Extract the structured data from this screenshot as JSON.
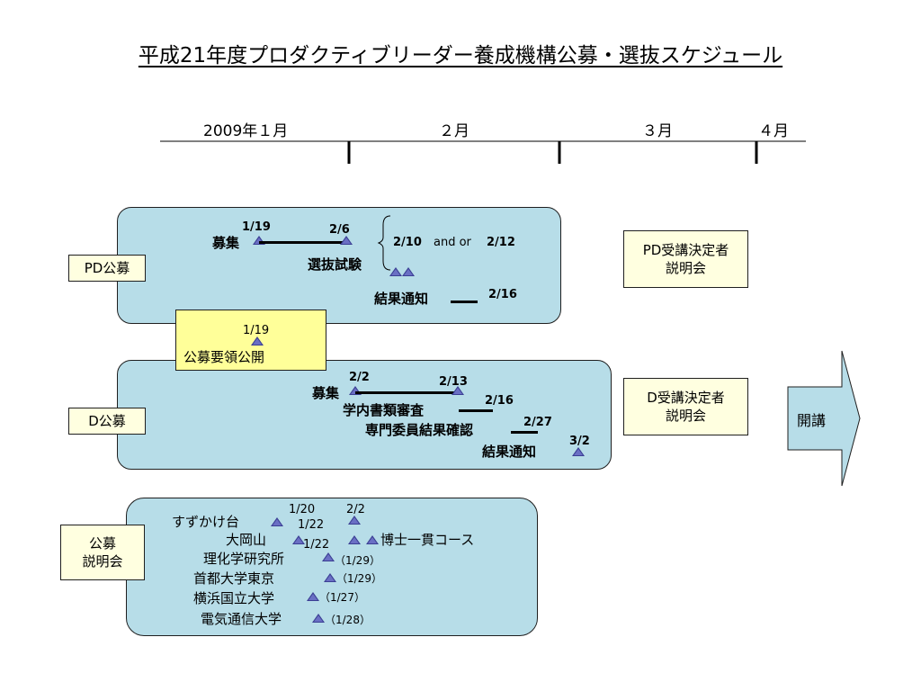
{
  "title": "平成21年度プロダクティブリーダー養成機構公募・選抜スケジュール",
  "timeline": {
    "months": [
      "2009年１月",
      "２月",
      "３月",
      "４月"
    ]
  },
  "pd": {
    "label": "PD公募",
    "recruit_label": "募集",
    "recruit_start": "1/19",
    "recruit_end": "2/6",
    "exam_label": "選抜試験",
    "exam_date1": "2/10",
    "exam_and_or": "and or",
    "exam_date2": "2/12",
    "result_label": "結果通知",
    "result_date": "2/16",
    "briefing": "PD受講決定者\n説明会"
  },
  "announce": {
    "date": "1/19",
    "label": "公募要領公開"
  },
  "d": {
    "label": "D公募",
    "recruit_label": "募集",
    "recruit_start": "2/2",
    "recruit_end": "2/13",
    "doc_review_label": "学内書類審査",
    "doc_review_date": "2/16",
    "committee_label": "専門委員結果確認",
    "committee_date": "2/27",
    "result_label": "結果通知",
    "result_date": "3/2",
    "briefing": "D受講決定者\n説明会"
  },
  "start": {
    "label": "開講"
  },
  "sessions": {
    "label": "公募\n説明会",
    "suzukakedai": "すずかけ台",
    "suzukakedai_date1": "1/20",
    "suzukakedai_date2": "2/2",
    "ookayama": "大岡山",
    "ookayama_date1": "1/22",
    "ookayama_date2": "1/22",
    "doctoral_course": "博士一貫コース",
    "riken": "理化学研究所",
    "riken_date": "（1/29）",
    "tmu": "首都大学東京",
    "tmu_date": "（1/29）",
    "ynu": "横浜国立大学",
    "ynu_date": "（1/27）",
    "uec": "電気通信大学",
    "uec_date": "（1/28）"
  }
}
